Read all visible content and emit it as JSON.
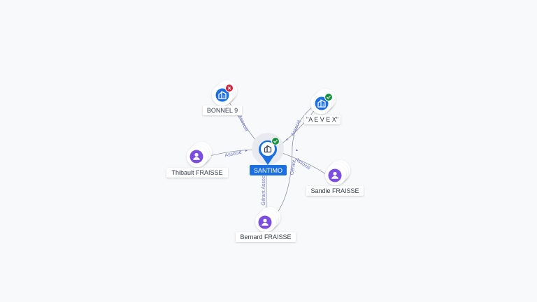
{
  "colors": {
    "company_blue": "#1c6fe0",
    "person_purple": "#7b4ee0",
    "edge": "#8f95a8",
    "edge_label": "#6d74c9",
    "badge_ok": "#17913f",
    "badge_ko": "#d6203a"
  },
  "center": {
    "label": "SANTIMO",
    "icon": "building-icon",
    "status": "active"
  },
  "nodes": [
    {
      "id": "bonnel",
      "label": "BONNEL 9",
      "kind": "company",
      "status": "closed",
      "icon": "building-icon"
    },
    {
      "id": "aevex",
      "label": "\"A E V E X\"",
      "kind": "company",
      "status": "active",
      "icon": "building-icon"
    },
    {
      "id": "thibault",
      "label": "Thibault FRAISSE",
      "kind": "person",
      "icon": "person-icon"
    },
    {
      "id": "sandie",
      "label": "Sandie FRAISSE",
      "kind": "person",
      "icon": "person-icon"
    },
    {
      "id": "bernard",
      "label": "Bernard FRAISSE",
      "kind": "person",
      "icon": "person-icon"
    }
  ],
  "edges": [
    {
      "from": "bonnel",
      "label": "Associé"
    },
    {
      "from": "aevex",
      "label": "Associé"
    },
    {
      "from": "thibault",
      "label": "Associé"
    },
    {
      "from": "sandie",
      "label": "Associé"
    },
    {
      "from": "bernard",
      "label": "Gérant Associé"
    },
    {
      "from": "bernard",
      "label": "Gérant"
    }
  ]
}
